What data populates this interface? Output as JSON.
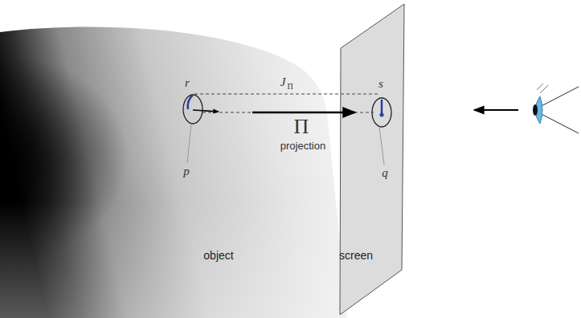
{
  "diagram": {
    "nodes": [
      {
        "text": [
          "object"
        ]
      },
      {
        "text": [
          "screen"
        ]
      }
    ],
    "labels": [
      "r",
      "p",
      "J",
      "Π",
      "Π",
      "projection",
      "s",
      "q"
    ]
  }
}
